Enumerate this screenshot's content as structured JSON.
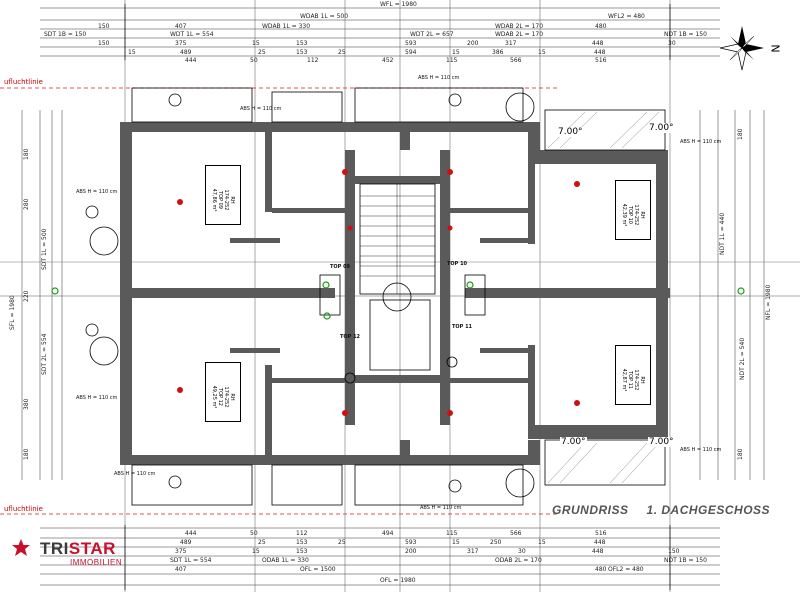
{
  "title": {
    "main": "GRUNDRISS",
    "sub": "1. DACHGESCHOSS"
  },
  "logo": {
    "brand_tri": "TRI",
    "brand_star": "STAR",
    "sub": "IMMOBILIEN"
  },
  "compass": {
    "north_label": "N"
  },
  "flucht_label": "ufluchtlinie",
  "top_dims": {
    "row1": [
      "WFL = 1980",
      "WFL2 = 480"
    ],
    "row2": [
      "150",
      "407",
      "WDAB 1L = 500",
      "WDAB 2L = 170",
      "480"
    ],
    "row3": [
      "SDT 1B = 150",
      "WDT 1L = 554",
      "WDAB 1L = 330",
      "WDT 2L = 657",
      "WDAB 2L = 170",
      "NDT 1B = 150"
    ],
    "row4": [
      "150",
      "375",
      "15",
      "153",
      "593",
      "200",
      "317",
      "448",
      "30"
    ],
    "row5": [
      "15",
      "489",
      "25",
      "153",
      "25",
      "594",
      "15",
      "386",
      "15",
      "448"
    ],
    "row6": [
      "444",
      "50",
      "112",
      "452",
      "115",
      "566",
      "516"
    ]
  },
  "bottom_dims": {
    "row1": [
      "444",
      "50",
      "112",
      "494",
      "115",
      "566",
      "516"
    ],
    "row2": [
      "489",
      "25",
      "153",
      "25",
      "593",
      "15",
      "250",
      "15",
      "448"
    ],
    "row3": [
      "375",
      "15",
      "153",
      "200",
      "317",
      "30",
      "448",
      "150"
    ],
    "row4": [
      "SDT 1L = 554",
      "ODAB 1L = 330",
      "ODAB 2L = 170",
      "NDT 1B = 150"
    ],
    "row5": [
      "407",
      "480"
    ],
    "row6": [
      "OFL = 1500",
      "OFL2 = 480"
    ],
    "row7": [
      "OFL = 1980"
    ]
  },
  "left_dims": [
    "180",
    "280",
    "SDT 1L = 500",
    "220",
    "SDT 2L = 554",
    "380",
    "180",
    "SFL = 1980"
  ],
  "right_dims": [
    "180",
    "NDT 1L = 440",
    "NFL = 1980",
    "NDT 2L = 540",
    "180"
  ],
  "units": [
    {
      "name": "TOP 09",
      "code": "RH",
      "area": "174-252",
      "size": "47,86 m²"
    },
    {
      "name": "TOP 10",
      "code": "RH",
      "area": "174-252",
      "size": "42,39 m²"
    },
    {
      "name": "TOP 11",
      "code": "RH",
      "area": "174-252",
      "size": "42,87 m²"
    },
    {
      "name": "TOP 12",
      "code": "RH",
      "area": "174-252",
      "size": "49,25 m²"
    }
  ],
  "abs_label": "ABS H = 110 cm",
  "roof_angles": [
    "7.00°",
    "7.00°",
    "7.00°",
    "7.00°"
  ],
  "core_labels": [
    "TOP 09",
    "TOP 10",
    "TOP 11",
    "TOP 12"
  ],
  "colors": {
    "wall": "#5a5a5a",
    "red": "#d01010",
    "green": "#1a9a1a",
    "flucht": "#dd1a1a"
  }
}
